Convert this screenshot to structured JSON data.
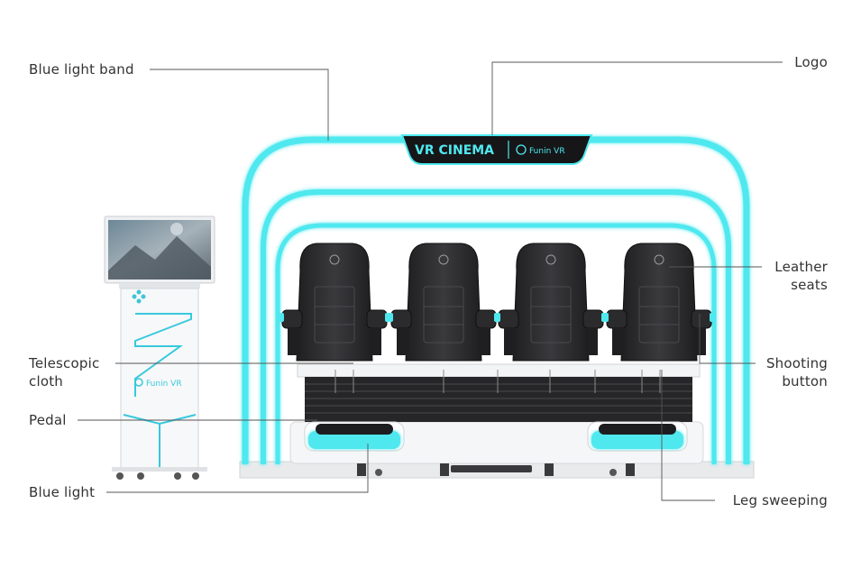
{
  "labels": {
    "blue_light_band": "Blue light band",
    "logo": "Logo",
    "leather_seats": "Leather\nseats",
    "telescopic_cloth": "Telescopic\ncloth",
    "shooting_button": "Shooting\nbutton",
    "pedal": "Pedal",
    "blue_light": "Blue light",
    "leg_sweeping": "Leg sweeping"
  },
  "sign": {
    "title": "VR CINEMA",
    "brand": "Funin VR"
  },
  "kiosk": {
    "brand": "Funin VR"
  },
  "colors": {
    "cyan": "#4fe8ef",
    "seat": "#2b2b2d",
    "leader": "#555555",
    "text": "#333333"
  }
}
